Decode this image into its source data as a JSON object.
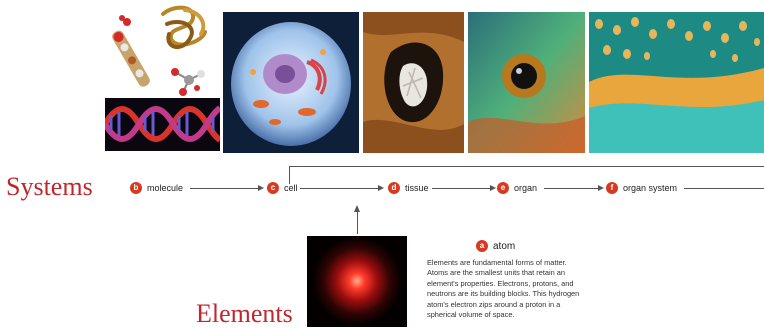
{
  "side_labels": {
    "systems": "Systems",
    "elements": "Elements"
  },
  "levels": [
    {
      "badge": "b",
      "label": "molecule"
    },
    {
      "badge": "c",
      "label": "cell"
    },
    {
      "badge": "d",
      "label": "tissue"
    },
    {
      "badge": "e",
      "label": "organ"
    },
    {
      "badge": "f",
      "label": "organ system"
    }
  ],
  "atom": {
    "badge": "a",
    "label": "atom",
    "description": "Elements are fundamental forms of matter. Atoms are the smallest units that retain an element's properties. Electrons, protons, and neutrons are its building blocks. This hydrogen atom's electron zips around a proton in a spherical volume of space."
  },
  "colors": {
    "label_red": "#c0272d",
    "badge_red": "#d63b22"
  }
}
